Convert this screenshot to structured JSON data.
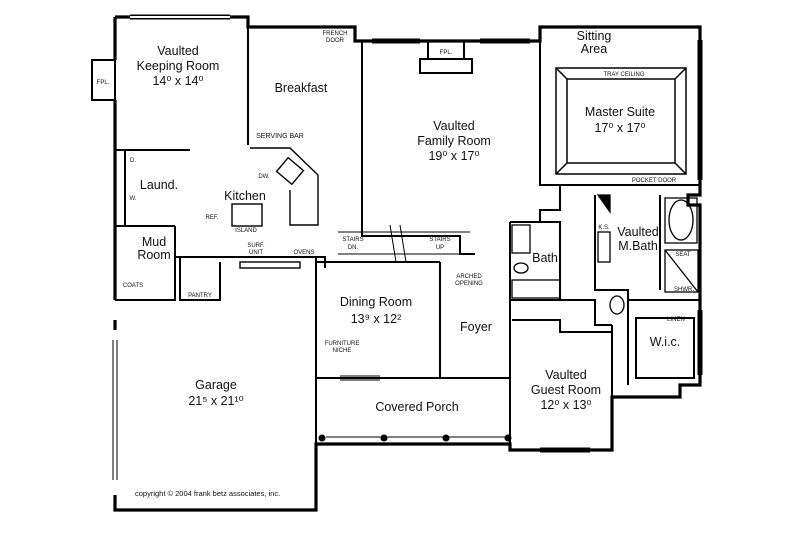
{
  "rooms": {
    "keeping": {
      "l1": "Vaulted",
      "l2": "Keeping Room",
      "dim": "14⁰ x 14⁰"
    },
    "breakfast": {
      "l1": "Breakfast"
    },
    "family": {
      "l1": "Vaulted",
      "l2": "Family Room",
      "dim": "19⁰ x 17⁰"
    },
    "sitting": {
      "l1": "Sitting",
      "l2": "Area"
    },
    "master": {
      "l1": "Master Suite",
      "dim": "17⁰ x 17⁰"
    },
    "kitchen": {
      "l1": "Kitchen"
    },
    "laund": {
      "l1": "Laund."
    },
    "mud": {
      "l1": "Mud",
      "l2": "Room"
    },
    "mbath": {
      "l1": "Vaulted",
      "l2": "M.Bath"
    },
    "bath": {
      "l1": "Bath"
    },
    "dining": {
      "l1": "Dining Room",
      "dim": "13⁹ x 12²"
    },
    "foyer": {
      "l1": "Foyer"
    },
    "wic": {
      "l1": "W.i.c."
    },
    "guest": {
      "l1": "Vaulted",
      "l2": "Guest Room",
      "dim": "12⁰ x 13⁰"
    },
    "garage": {
      "l1": "Garage",
      "dim": "21⁵ x 21¹⁰"
    },
    "porch": {
      "l1": "Covered Porch"
    }
  },
  "labels": {
    "fpl_left": "FPL.",
    "fpl_top": "FPL.",
    "french_door": [
      "FRENCH",
      "DOOR"
    ],
    "serving_bar": "SERVING BAR",
    "dw": "DW.",
    "ref": "REF.",
    "island": "ISLAND",
    "surf_unit": [
      "SURF.",
      "UNIT"
    ],
    "ovens": "OVENS",
    "pantry": "PANTRY",
    "coats": "COATS",
    "d": "D.",
    "w": "W.",
    "stairs_dn": [
      "STAIRS",
      "DN."
    ],
    "stairs_up": [
      "STAIRS",
      "UP"
    ],
    "arched_opening": [
      "ARCHED",
      "OPENING"
    ],
    "furniture_niche": [
      "FURNITURE",
      "NICHE"
    ],
    "tray_ceiling": "TRAY CEILING",
    "pocket_door": "POCKET DOOR",
    "ks": "K.S.",
    "seat": "SEAT",
    "shwr": "SHWR.",
    "linen": "LINEN"
  },
  "copyright": "copyright  © 2004 frank betz associates, inc."
}
